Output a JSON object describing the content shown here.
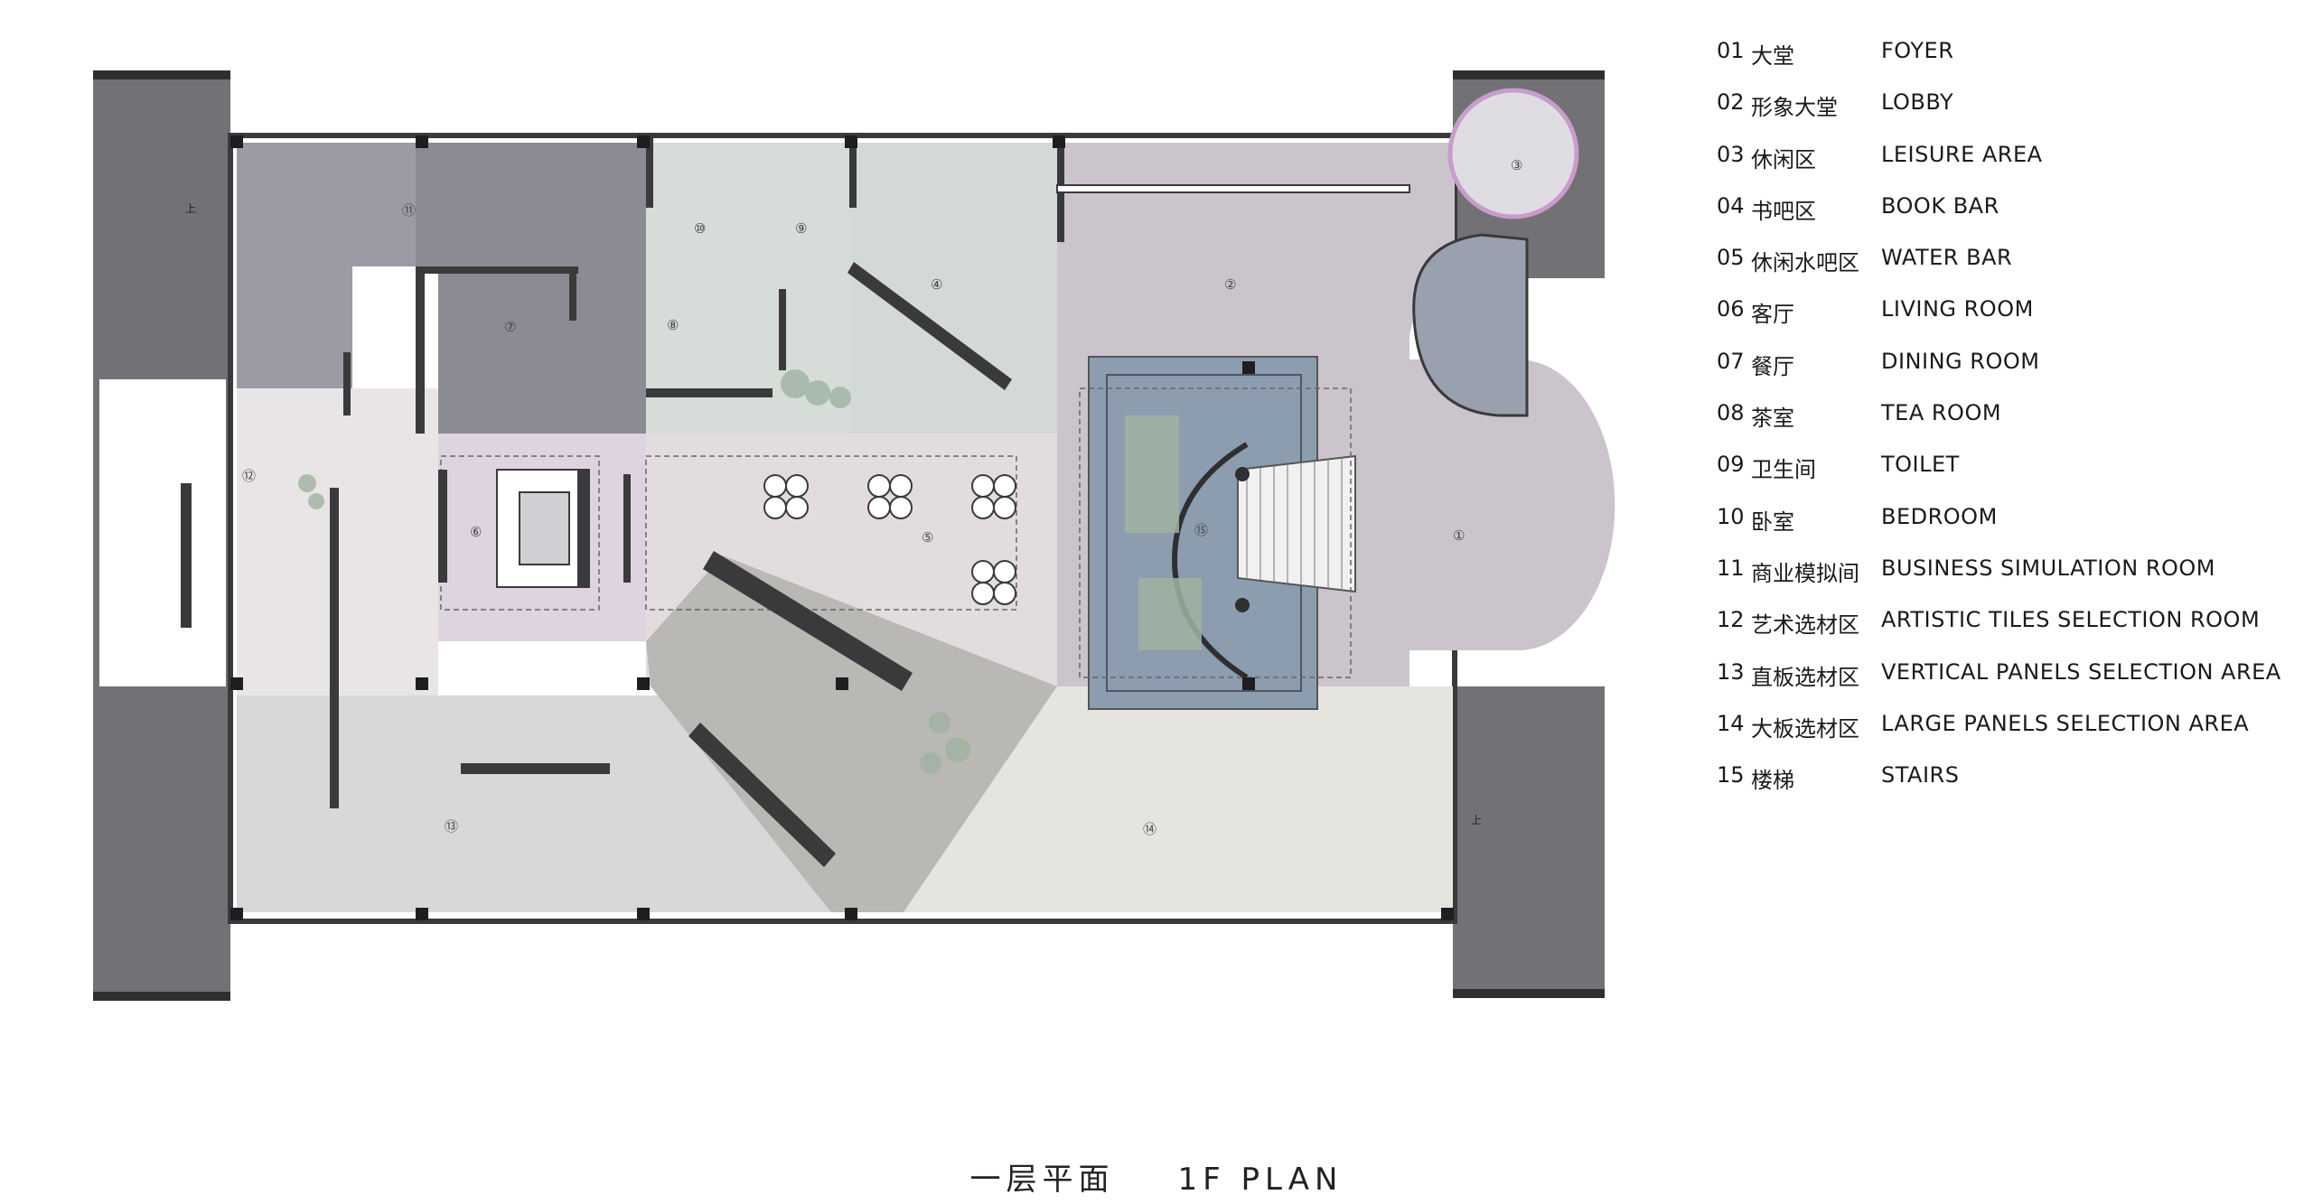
{
  "title": {
    "cn": "一层平面",
    "en": "1F PLAN"
  },
  "legend": [
    {
      "num": "01",
      "cn": "大堂",
      "en": "FOYER"
    },
    {
      "num": "02",
      "cn": "形象大堂",
      "en": "LOBBY"
    },
    {
      "num": "03",
      "cn": "休闲区",
      "en": "LEISURE AREA"
    },
    {
      "num": "04",
      "cn": "书吧区",
      "en": "BOOK BAR"
    },
    {
      "num": "05",
      "cn": "休闲水吧区",
      "en": "WATER BAR"
    },
    {
      "num": "06",
      "cn": "客厅",
      "en": "LIVING ROOM"
    },
    {
      "num": "07",
      "cn": "餐厅",
      "en": "DINING ROOM"
    },
    {
      "num": "08",
      "cn": "茶室",
      "en": "TEA ROOM"
    },
    {
      "num": "09",
      "cn": "卫生间",
      "en": "TOILET"
    },
    {
      "num": "10",
      "cn": "卧室",
      "en": "BEDROOM"
    },
    {
      "num": "11",
      "cn": "商业模拟间",
      "en": "BUSINESS SIMULATION ROOM"
    },
    {
      "num": "12",
      "cn": "艺术选材区",
      "en": "ARTISTIC TILES SELECTION ROOM"
    },
    {
      "num": "13",
      "cn": "直板选材区",
      "en": "VERTICAL PANELS SELECTION AREA"
    },
    {
      "num": "14",
      "cn": "大板选材区",
      "en": "LARGE PANELS SELECTION AREA"
    },
    {
      "num": "15",
      "cn": "楼梯",
      "en": "STAIRS"
    }
  ],
  "room_markers": [
    "①",
    "②",
    "③",
    "④",
    "⑤",
    "⑥",
    "⑦",
    "⑧",
    "⑨",
    "⑩",
    "⑪",
    "⑫",
    "⑬",
    "⑭",
    "⑮"
  ],
  "stair_marks": {
    "up": "上"
  },
  "colors": {
    "foyer": "#cbc4cd",
    "lobby_stair": "#8c9db0",
    "business_room": "#9a9ba4",
    "dining_room": "#8b8b93",
    "tea_toilet_bedroom": "#d6dcd8",
    "book_bar": "#d3d9d6",
    "living_room": "#ddd4df",
    "water_bar": "#e3dcdf",
    "artistic_tiles": "#e9e5e6",
    "vertical_panels": "#d8d8d8",
    "large_panels": "#e6e4de",
    "diagonal_hall": "#b9b8b4",
    "wall": "#3a3a3c",
    "stair_tower": "#727276",
    "green_planting": "#9fb3a0"
  }
}
